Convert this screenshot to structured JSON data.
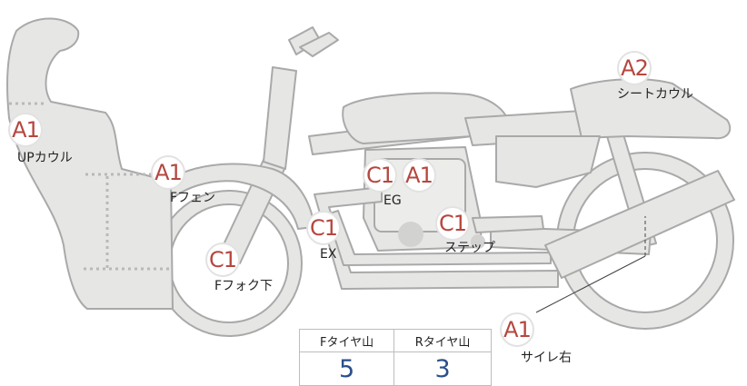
{
  "parts": [
    {
      "code": "A1",
      "label": "UPカウル"
    },
    {
      "code": "A1",
      "label": "Fフェン"
    },
    {
      "code": "C1",
      "label": "Fフォク下"
    },
    {
      "code": "C1",
      "label": "EX"
    },
    {
      "code": "C1",
      "label": "EG"
    },
    {
      "code": "A1",
      "label": ""
    },
    {
      "code": "C1",
      "label": "ステップ"
    },
    {
      "code": "A2",
      "label": "シートカウル"
    },
    {
      "code": "A1",
      "label": "サイレ右"
    }
  ],
  "tyre_table": {
    "headers": [
      "Fタイヤ山",
      "Rタイヤ山"
    ],
    "values": [
      "5",
      "3"
    ]
  },
  "colors": {
    "body_fill": "#e6e6e4",
    "body_stroke": "#a9a9a9",
    "badge_text": "#b5473f",
    "value_text": "#2b4f8a"
  }
}
